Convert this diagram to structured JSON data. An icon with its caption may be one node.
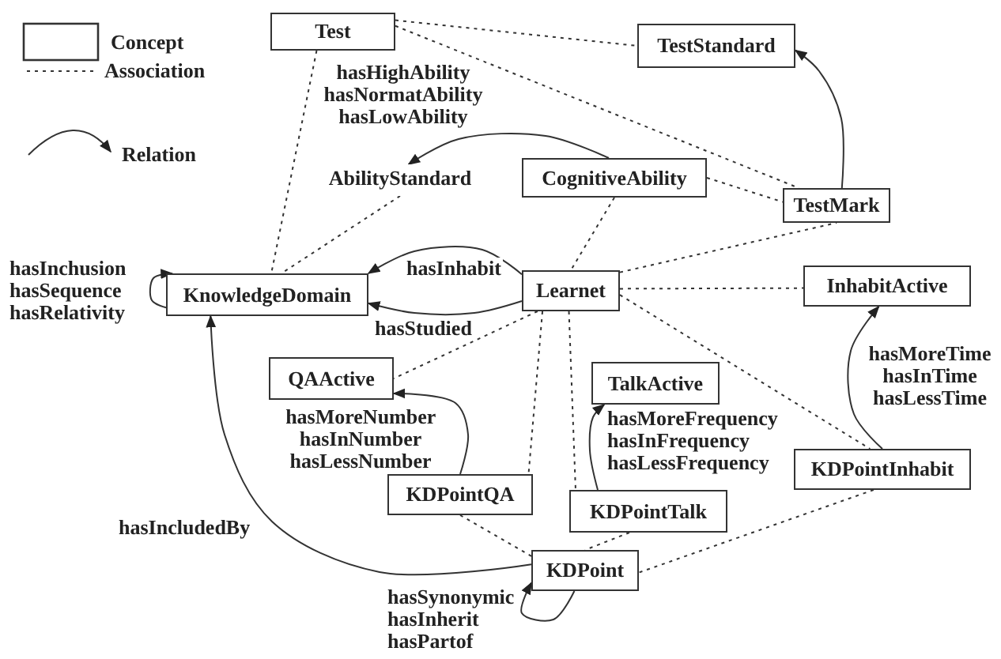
{
  "diagram": {
    "nodes": [
      {
        "text": [
          "Test"
        ]
      },
      {
        "text": [
          "TestStandard"
        ]
      },
      {
        "text": [
          "AbilityStandard"
        ]
      },
      {
        "text": [
          "CognitiveAbility"
        ]
      },
      {
        "text": [
          "TestMark"
        ]
      },
      {
        "text": [
          "KnowledgeDomain"
        ]
      },
      {
        "text": [
          "Learnet"
        ]
      },
      {
        "text": [
          "InhabitActive"
        ]
      },
      {
        "text": [
          "QAActive"
        ]
      },
      {
        "text": [
          "TalkActive"
        ]
      },
      {
        "text": [
          "KDPointQA"
        ]
      },
      {
        "text": [
          "KDPointTalk"
        ]
      },
      {
        "text": [
          "KDPointInhabit"
        ]
      },
      {
        "text": [
          "KDPoint"
        ]
      }
    ],
    "edges": [
      {
        "from": 0,
        "to": 1,
        "arrow": "none",
        "style": "dashed"
      },
      {
        "from": 0,
        "to": 4,
        "arrow": "none",
        "style": "dashed"
      },
      {
        "from": 0,
        "to": 5,
        "arrow": "none",
        "style": "dashed"
      },
      {
        "from": 2,
        "to": 5,
        "arrow": "none",
        "style": "dashed"
      },
      {
        "from": 3,
        "to": 2,
        "arrow": "to",
        "label": "hasHighAbility hasNormatAbility hasLowAbility"
      },
      {
        "from": 3,
        "to": 4,
        "arrow": "none",
        "style": "dashed"
      },
      {
        "from": 3,
        "to": 6,
        "arrow": "none",
        "style": "dashed"
      },
      {
        "from": 4,
        "to": 1,
        "arrow": "to"
      },
      {
        "from": 6,
        "to": 4,
        "arrow": "none",
        "style": "dashed"
      },
      {
        "from": 6,
        "to": 5,
        "arrow": "to",
        "label": "hasInhabit"
      },
      {
        "from": 6,
        "to": 5,
        "arrow": "to",
        "label": "hasStudied"
      },
      {
        "from": 5,
        "to": 5,
        "arrow": "to",
        "label": "hasInchusion hasSequence hasRelativity"
      },
      {
        "from": 6,
        "to": 7,
        "arrow": "none",
        "style": "dashed"
      },
      {
        "from": 6,
        "to": 8,
        "arrow": "none",
        "style": "dashed"
      },
      {
        "from": 6,
        "to": 10,
        "arrow": "none",
        "style": "dashed"
      },
      {
        "from": 6,
        "to": 11,
        "arrow": "none",
        "style": "dashed"
      },
      {
        "from": 6,
        "to": 12,
        "arrow": "none",
        "style": "dashed"
      },
      {
        "from": 10,
        "to": 8,
        "arrow": "to",
        "label": "hasMoreNumber hasInNumber hasLessNumber"
      },
      {
        "from": 11,
        "to": 9,
        "arrow": "to",
        "label": "hasMoreFrequency hasInFrequency hasLessFrequency"
      },
      {
        "from": 12,
        "to": 7,
        "arrow": "to",
        "label": "hasMoreTime hasInTime hasLessTime"
      },
      {
        "from": 13,
        "to": 5,
        "arrow": "to",
        "label": "hasIncludedBy"
      },
      {
        "from": 13,
        "to": 13,
        "arrow": "to",
        "label": "hasSynonymic hasInherit hasPartof"
      },
      {
        "from": 10,
        "to": 13,
        "arrow": "none",
        "style": "dashed"
      },
      {
        "from": 11,
        "to": 13,
        "arrow": "none",
        "style": "dashed"
      },
      {
        "from": 12,
        "to": 13,
        "arrow": "none",
        "style": "dashed"
      }
    ],
    "legend": [
      {
        "text": "Concept"
      },
      {
        "text": "Association"
      },
      {
        "text": "Relation"
      }
    ]
  }
}
